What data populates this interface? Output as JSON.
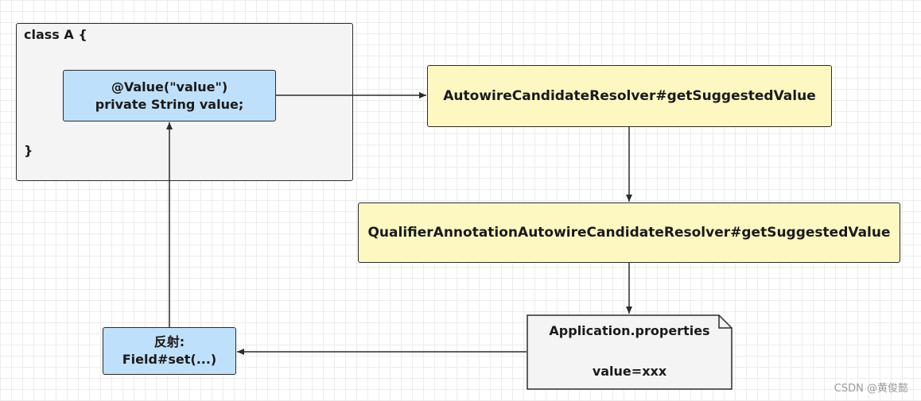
{
  "class_box": {
    "open": "class A {",
    "close": "}"
  },
  "field": {
    "line1": "@Value(\"value\")",
    "line2": "private String value;"
  },
  "resolver1": "AutowireCandidateResolver#getSuggestedValue",
  "resolver2": "QualifierAnnotationAutowireCandidateResolver#getSuggestedValue",
  "properties": {
    "title": "Application.properties",
    "value": "value=xxx"
  },
  "reflection": {
    "line1": "反射:",
    "line2": "Field#set(...)"
  },
  "watermark": "CSDN @黄俊懿",
  "colors": {
    "blue_fill": "#bfe0fb",
    "yellow_fill": "#fdf8c2",
    "grey_fill": "#f4f4f4"
  }
}
